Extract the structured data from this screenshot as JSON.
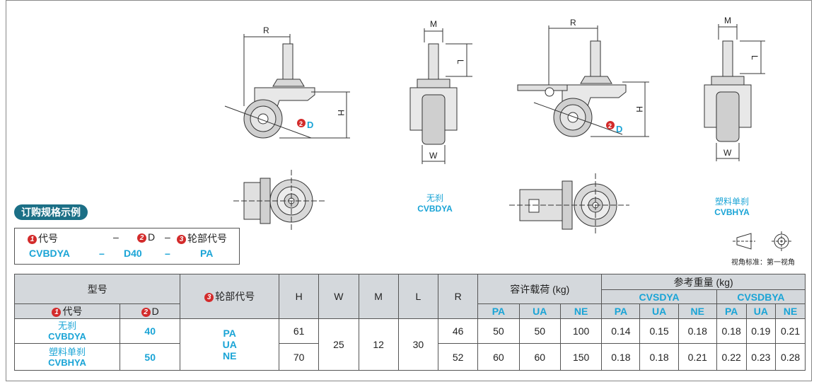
{
  "drawing_labels": {
    "R": "R",
    "M": "M",
    "L": "L",
    "H": "H",
    "W": "W",
    "D": "D",
    "D_num": "2"
  },
  "captions": [
    {
      "zh": "无刹",
      "code": "CVBDYA"
    },
    {
      "zh": "塑料单刹",
      "code": "CVBHYA"
    }
  ],
  "order_example": {
    "title": "订购规格示例",
    "headers": [
      {
        "num": "1",
        "label": "代号"
      },
      {
        "num": "2",
        "label": "D"
      },
      {
        "num": "3",
        "label": "轮部代号"
      }
    ],
    "sep": "–",
    "values": [
      "CVBDYA",
      "D40",
      "PA"
    ]
  },
  "view_angle": {
    "label": "视角标准：第一视角"
  },
  "table": {
    "h_model": "型号",
    "h_wheel": "轮部代号",
    "h_wheel_num": "3",
    "h_code": "代号",
    "h_code_num": "1",
    "h_d": "D",
    "h_d_num": "2",
    "h_H": "H",
    "h_W": "W",
    "h_M": "M",
    "h_L": "L",
    "h_R": "R",
    "h_load": "容许载荷 (kg)",
    "h_weight": "参考重量 (kg)",
    "h_cvsdya": "CVSDYA",
    "h_cvsdbya": "CVSDBYA",
    "sub_pa": "PA",
    "sub_ua": "UA",
    "sub_ne": "NE",
    "wheel_codes": {
      "a": "PA",
      "b": "UA",
      "c": "NE"
    },
    "W": "25",
    "M": "12",
    "L": "30",
    "rows": [
      {
        "zh": "无刹",
        "code": "CVBDYA",
        "D": "40",
        "H": "61",
        "R": "46",
        "load": [
          "50",
          "50",
          "100"
        ],
        "w1": [
          "0.14",
          "0.15",
          "0.18"
        ],
        "w2": [
          "0.18",
          "0.19",
          "0.21"
        ]
      },
      {
        "zh": "塑料单刹",
        "code": "CVBHYA",
        "D": "50",
        "H": "70",
        "R": "52",
        "load": [
          "60",
          "60",
          "150"
        ],
        "w1": [
          "0.18",
          "0.18",
          "0.21"
        ],
        "w2": [
          "0.22",
          "0.23",
          "0.28"
        ]
      }
    ]
  }
}
